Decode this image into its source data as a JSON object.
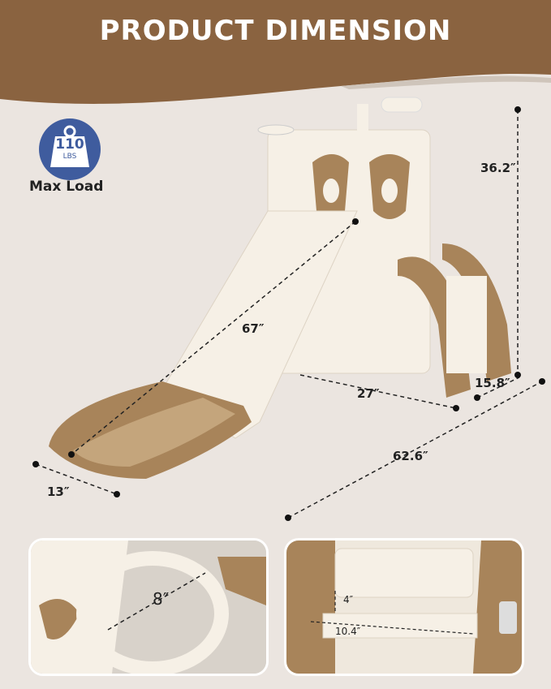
{
  "header": {
    "title": "PRODUCT DIMENSION"
  },
  "badge": {
    "value": "110",
    "unit": "LBS",
    "label": "Max Load",
    "icon": "weight-icon"
  },
  "dimensions": {
    "height": "36.2″",
    "slide_length": "67″",
    "platform_width": "27″",
    "stair_depth": "15.8″",
    "total_length": "62.6″",
    "slide_width": "13″"
  },
  "details": {
    "hoop_diameter": "8″",
    "step_height": "4″",
    "step_width": "10.4″"
  },
  "colors": {
    "brand_brown": "#8a6340",
    "accent_tan": "#a8845a",
    "cream": "#f6f0e6",
    "badge_blue": "#3f5c9e",
    "background": "#ebe5e0"
  }
}
